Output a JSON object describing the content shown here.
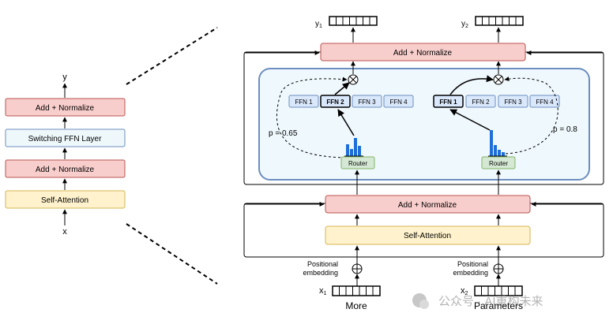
{
  "left_stack": {
    "output_label": "y",
    "input_label": "x",
    "blocks": [
      "Add + Normalize",
      "Switching FFN Layer",
      "Add + Normalize",
      "Self-Attention"
    ]
  },
  "right": {
    "tokens": [
      {
        "input_var": "x",
        "input_sub": "1",
        "word": "More",
        "output_var": "y",
        "output_sub": "1",
        "prob": "p = 0.65",
        "selected": 2
      },
      {
        "input_var": "x",
        "input_sub": "2",
        "word": "Parameters",
        "output_var": "y",
        "output_sub": "2",
        "prob": "p = 0.8",
        "selected": 1
      }
    ],
    "add_normalize_top": "Add + Normalize",
    "add_normalize_bottom": "Add + Normalize",
    "self_attention": "Self-Attention",
    "router": "Router",
    "positional_line1": "Positional",
    "positional_line2": "embedding",
    "experts": [
      "FFN 1",
      "FFN 2",
      "FFN 3",
      "FFN 4"
    ]
  },
  "watermark": "公众号 · AI重构未来",
  "colors": {
    "pink_fill": "#f8cecc",
    "pink_stroke": "#b85450",
    "blue_fill": "#dae8fc",
    "blue_stroke": "#6c8ebf",
    "yellow_fill": "#fff2cc",
    "yellow_stroke": "#d6b656",
    "green_fill": "#d5e8d4",
    "green_stroke": "#82b366",
    "switch_fill": "#f0f8ff",
    "switch_stroke": "#6c8ebf",
    "bar_color": "#1e6fd9"
  }
}
